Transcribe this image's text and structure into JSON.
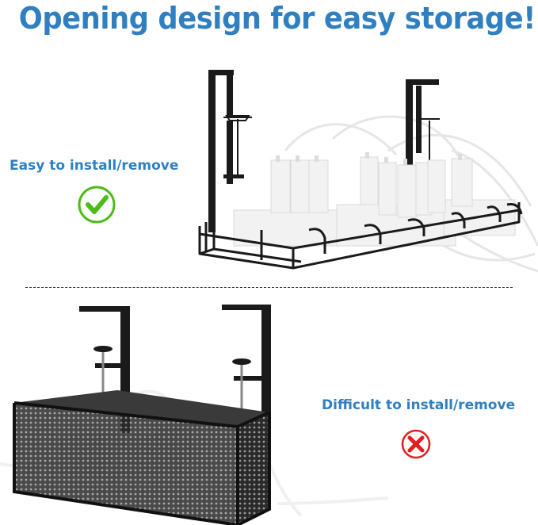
{
  "headline": "Opening design for easy storage!",
  "top_section": {
    "label": "Easy to install/remove",
    "status_icon": "check-icon"
  },
  "bottom_section": {
    "label": "Difficult to install/remove",
    "status_icon": "cross-icon"
  },
  "colors": {
    "headline_blue": "#2f7fc1",
    "check_green": "#4cbb17",
    "cross_red": "#e02020",
    "tray_black": "#1a1a1a",
    "adapter_white": "#f2f2f2"
  }
}
